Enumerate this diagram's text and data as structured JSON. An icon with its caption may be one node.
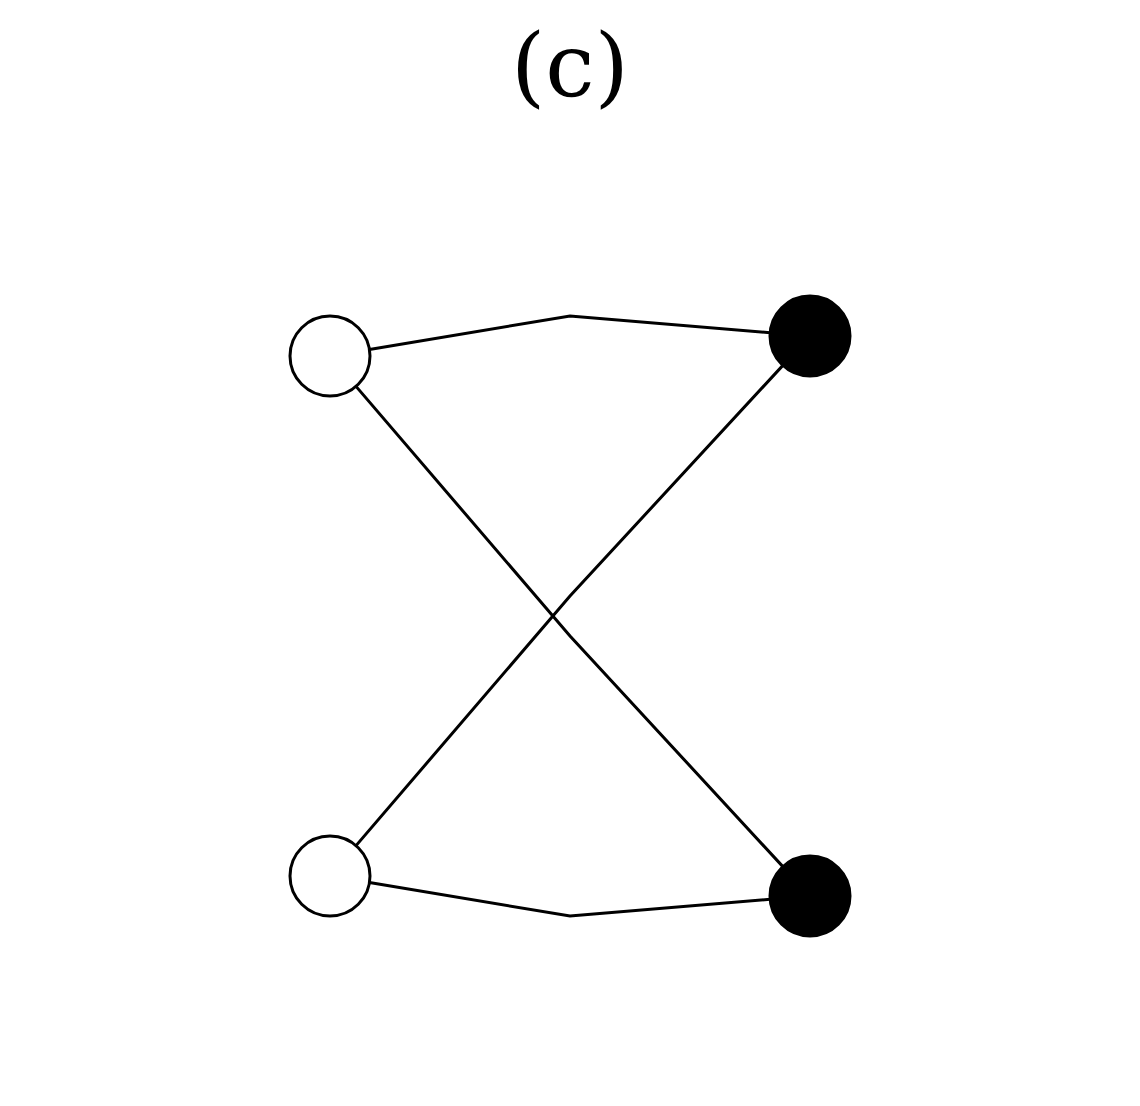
{
  "diagram": {
    "nodes": [
      {
        "text": [],
        "shape": "circle"
      },
      {
        "text": [],
        "shape": "circle"
      },
      {
        "text": [],
        "shape": "circle"
      },
      {
        "text": [],
        "shape": "circle"
      }
    ],
    "edges": [
      {
        "from": 0,
        "to": 1,
        "arrow": "none"
      },
      {
        "from": 0,
        "to": 3,
        "arrow": "none"
      },
      {
        "from": 2,
        "to": 1,
        "arrow": "none"
      },
      {
        "from": 2,
        "to": 3,
        "arrow": "none"
      }
    ],
    "labels": [
      "(c)"
    ]
  }
}
